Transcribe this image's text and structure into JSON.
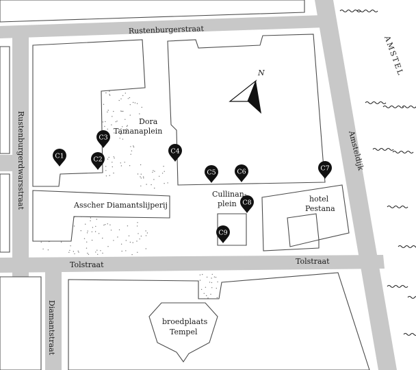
{
  "streets": {
    "rustenburgerstraat": "Rustenburgerstraat",
    "rustenburgerdwarsstraat": "Rustenburgerdwarsstraat",
    "tolstraat_west": "Tolstraat",
    "tolstraat_east": "Tolstraat",
    "amsteldijk": "Amsteldijk",
    "diamantstraat": "Diamantstraat"
  },
  "water": {
    "river": "AMSTEL"
  },
  "places": {
    "dora_line1": "Dora",
    "dora_line2": "Tamanaplein",
    "cullinan_line1": "Cullinan-",
    "cullinan_line2": "plein",
    "hotel_line1": "hotel",
    "hotel_line2": "Pestana",
    "assicher": "Asscher Diamantslijperij",
    "tempel_line1": "broedplaats",
    "tempel_line2": "Tempel"
  },
  "compass": {
    "label": "N"
  },
  "markers": [
    "C1",
    "C2",
    "C3",
    "C4",
    "C5",
    "C6",
    "C7",
    "C8",
    "C9"
  ],
  "colors": {
    "road": "#c8c8c8",
    "marker": "#111111",
    "outline": "#4a4a4a",
    "speckle": "#777777"
  }
}
